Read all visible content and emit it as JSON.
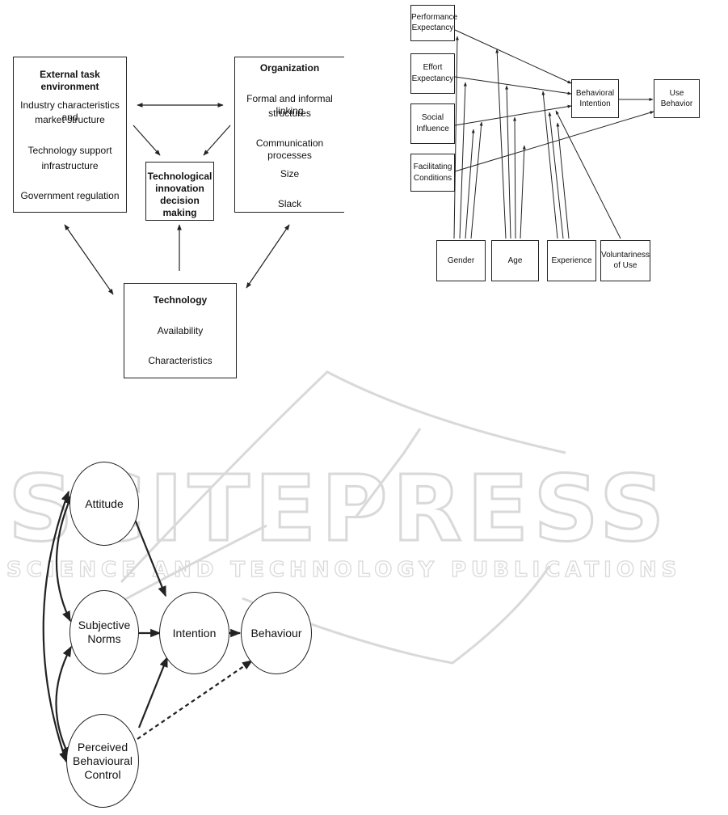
{
  "watermark": {
    "main": "SCITEPRESS",
    "sub": "SCIENCE AND TECHNOLOGY PUBLICATIONS"
  },
  "toe": {
    "external": {
      "title": "External task environment",
      "line1": "Industry characteristics and",
      "line2": "market structure",
      "line3": "Technology support",
      "line4": "infrastructure",
      "line5": "Government regulation"
    },
    "organization": {
      "title": "Organization",
      "line1": "Formal and informal linking",
      "line2": "structures",
      "line3": "Communication processes",
      "line4": "Size",
      "line5": "Slack"
    },
    "decision": {
      "line1": "Technological",
      "line2": "innovation",
      "line3": "decision making"
    },
    "technology": {
      "title": "Technology",
      "line1": "Availability",
      "line2": "Characteristics"
    }
  },
  "utaut": {
    "performance": {
      "line1": "Performance",
      "line2": "Expectancy"
    },
    "effort": {
      "line1": "Effort",
      "line2": "Expectancy"
    },
    "social": {
      "line1": "Social",
      "line2": "Influence"
    },
    "facilitating": {
      "line1": "Facilitating",
      "line2": "Conditions"
    },
    "intention": {
      "line1": "Behavioral",
      "line2": "Intention"
    },
    "use": {
      "line1": "Use",
      "line2": "Behavior"
    },
    "gender": "Gender",
    "age": "Age",
    "experience": "Experience",
    "voluntariness": {
      "line1": "Voluntariness",
      "line2": "of Use"
    }
  },
  "tpb": {
    "attitude": "Attitude",
    "norms": {
      "line1": "Subjective",
      "line2": "Norms"
    },
    "control": {
      "line1": "Perceived",
      "line2": "Behavioural",
      "line3": "Control"
    },
    "intention": "Intention",
    "behaviour": "Behaviour"
  }
}
